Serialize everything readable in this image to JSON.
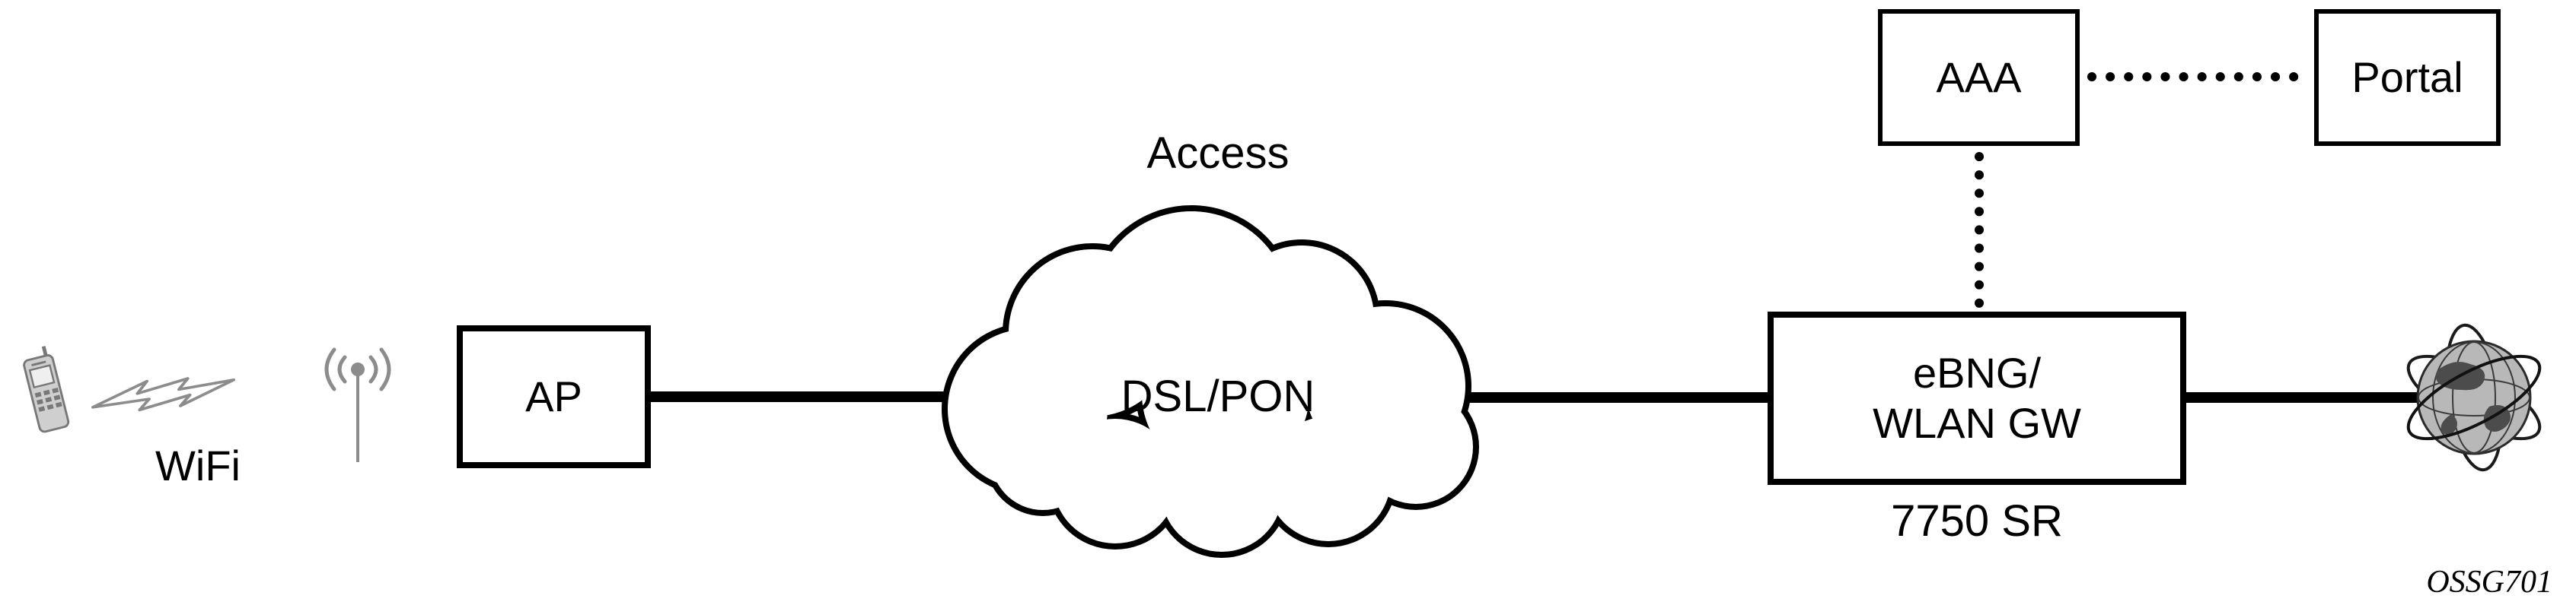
{
  "figure": {
    "watermark": "OSSG701"
  },
  "nodes": {
    "wifi_label": "WiFi",
    "ap": "AP",
    "access": "Access",
    "cloud": "DSL/PON",
    "ebng": {
      "line1": "eBNG/",
      "line2": "WLAN GW",
      "caption": "7750 SR"
    },
    "aaa": "AAA",
    "portal": "Portal"
  },
  "links": [
    {
      "from": "AP",
      "to": "DSL/PON",
      "style": "solid"
    },
    {
      "from": "DSL/PON",
      "to": "eBNG/WLAN GW",
      "style": "solid"
    },
    {
      "from": "eBNG/WLAN GW",
      "to": "internet-globe",
      "style": "solid"
    },
    {
      "from": "AAA",
      "to": "Portal",
      "style": "dotted"
    },
    {
      "from": "AAA",
      "to": "eBNG/WLAN GW",
      "style": "dotted"
    }
  ],
  "icons": {
    "phone": "mobile-phone-icon",
    "signal": "wireless-signal-icon",
    "antenna": "wifi-antenna-icon",
    "globe": "internet-globe-icon"
  },
  "colors": {
    "line": "#000000",
    "border": "#000000",
    "background": "#ffffff",
    "icon_gray": "#8c8c8c"
  }
}
